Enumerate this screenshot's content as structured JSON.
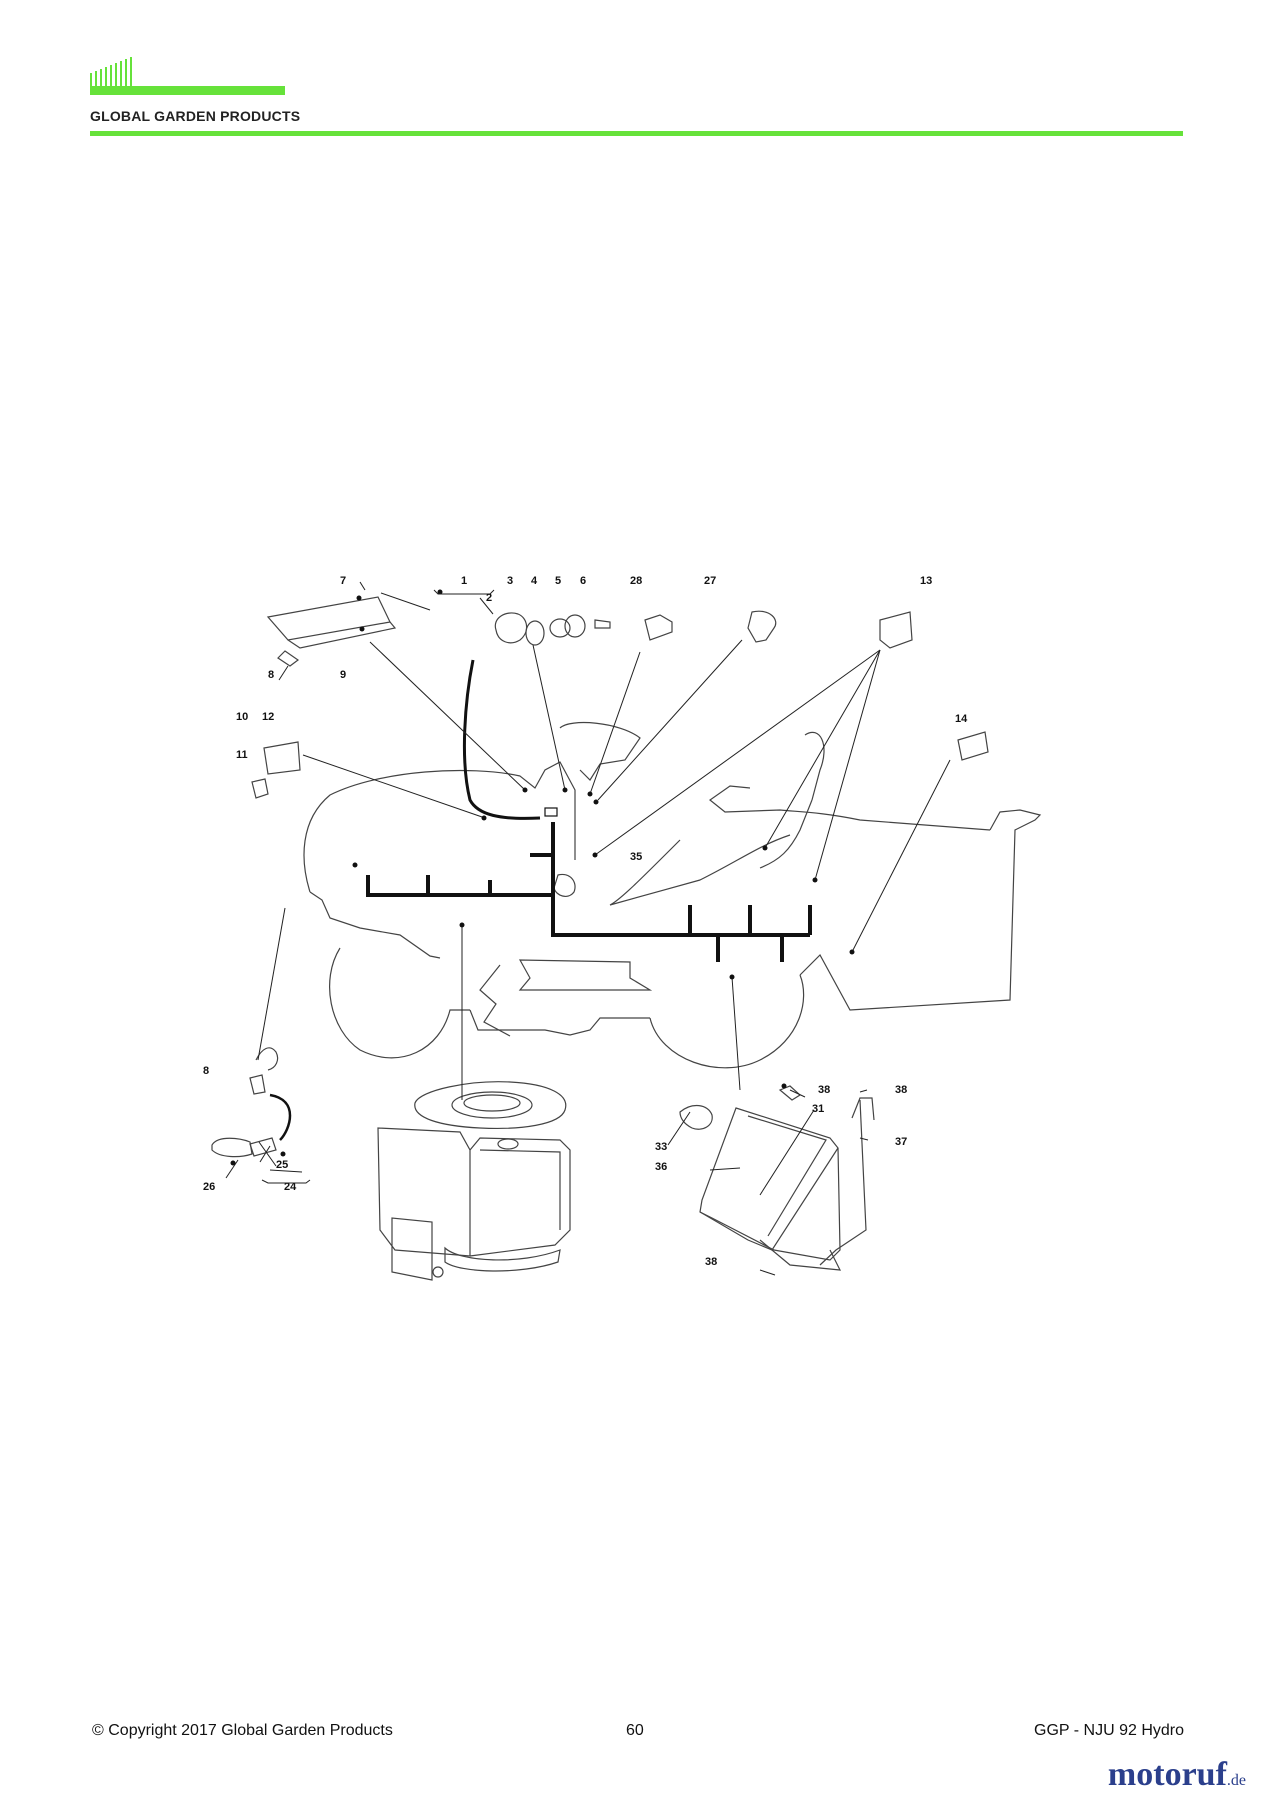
{
  "header": {
    "brand_text": "GLOBAL GARDEN PRODUCTS",
    "accent_color": "#66e23a"
  },
  "diagram": {
    "callouts": [
      "1",
      "2",
      "3",
      "4",
      "5",
      "6",
      "7",
      "8",
      "9",
      "10",
      "11",
      "12",
      "13",
      "14",
      "24",
      "25",
      "26",
      "27",
      "28",
      "31",
      "33",
      "35",
      "36",
      "37",
      "38"
    ]
  },
  "footer": {
    "copyright": "© Copyright 2017 Global Garden Products",
    "page": "60",
    "model": "GGP - NJU 92 Hydro"
  },
  "watermark": {
    "name": "motoruf",
    "tld": ".de"
  }
}
